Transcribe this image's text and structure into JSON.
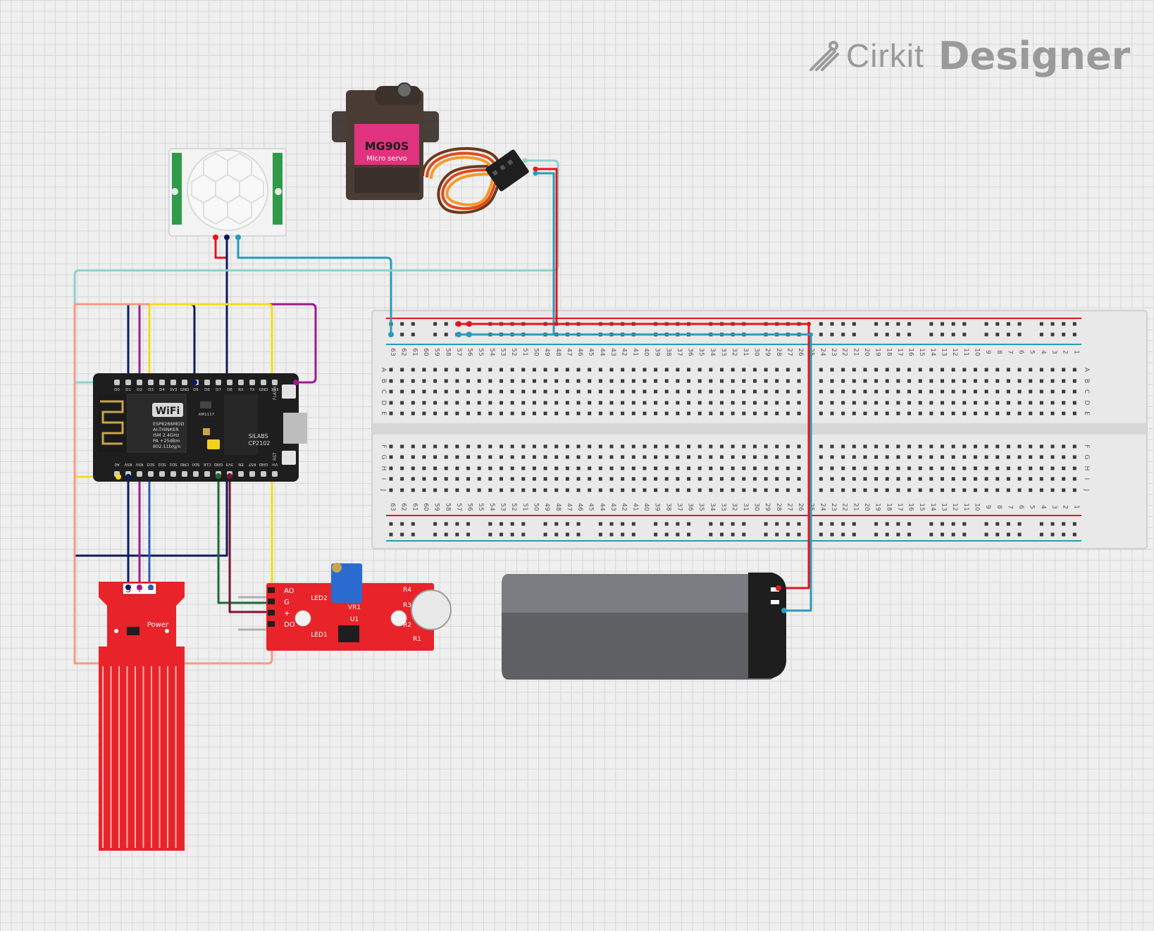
{
  "app": {
    "brand_left": "Cirkit",
    "brand_right": "Designer"
  },
  "components": {
    "pir_sensor": {
      "kind": "PIR motion sensor"
    },
    "servo": {
      "model": "MG90S",
      "subtitle": "Micro servo"
    },
    "esp8266": {
      "top_pins": [
        "D0",
        "D1",
        "D2",
        "D3",
        "D4",
        "3V3",
        "GND",
        "D5",
        "D6",
        "D7",
        "D8",
        "RX",
        "TX",
        "GND",
        "3V3"
      ],
      "bottom_pins": [
        "A0",
        "RSV",
        "RSV",
        "SD3",
        "SD2",
        "SD1",
        "CMD",
        "SD0",
        "CLK",
        "GND",
        "3V3",
        "EN",
        "RST",
        "GND",
        "Vin"
      ],
      "wifi_label": "WiFi",
      "module_lines": [
        "ESP8266MOD",
        "AI-THINKER",
        "ISM 2.4GHz",
        "PA +25dBm",
        "802.11b/g/n"
      ],
      "chip_label": "SILABS CP2102",
      "regulator": "AM1117",
      "flash_label": "FLASH",
      "rst_label": "RST"
    },
    "water_sensor": {
      "pins": [
        "S",
        "+",
        "−"
      ],
      "power_label": "Power"
    },
    "sound_sensor": {
      "pins": [
        "AO",
        "G",
        "+",
        "DO"
      ],
      "labels": [
        "LED2",
        "LED1",
        "VR1",
        "U1",
        "R3",
        "R2",
        "R1",
        "R4"
      ]
    },
    "battery": {
      "kind": "9V battery"
    },
    "breadboard": {
      "columns": 63,
      "row_letters_top": [
        "A",
        "B",
        "C",
        "D",
        "E"
      ],
      "row_letters_bottom": [
        "F",
        "G",
        "H",
        "I",
        "J"
      ]
    }
  },
  "colors": {
    "wire_red": "#e8141c",
    "wire_teal": "#2a9bb8",
    "wire_light_teal": "#8fd0cc",
    "wire_navy": "#0d1a5c",
    "wire_purple": "#9b1b8e",
    "wire_yellow": "#f4dd14",
    "wire_salmon": "#f59a85",
    "wire_blue": "#2a5bb8",
    "wire_green": "#1c6b3a",
    "wire_maroon": "#7a1430",
    "pcb_red": "#e8232a",
    "esp_black": "#1e1e1e"
  }
}
